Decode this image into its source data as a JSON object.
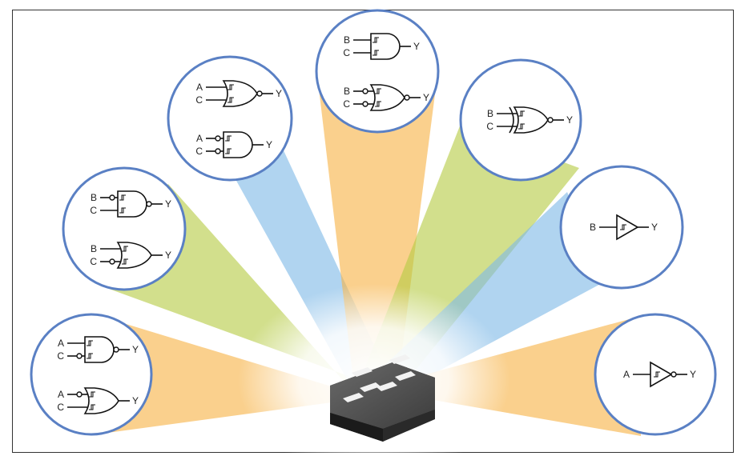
{
  "colors": {
    "frame": "#333333",
    "circle_stroke": "#5a80c4",
    "circle_fill": "#ffffff",
    "gate_stroke": "#111111",
    "beam_orange": "#f7b347",
    "beam_blue": "#7fb9e6",
    "beam_green": "#b6cc45",
    "chip_body": "#4a4a4a",
    "chip_pad": "#f2f2f2"
  },
  "chip": {
    "name": "6-pin device package",
    "pads": 6
  },
  "circles": [
    {
      "id": "bottom-left",
      "gates": [
        {
          "type": "nand",
          "in1": "A",
          "in2": "C",
          "in2_inv": true,
          "out": "Y"
        },
        {
          "type": "or",
          "in1": "A",
          "in2": "C",
          "in1_inv": true,
          "out": "Y"
        }
      ]
    },
    {
      "id": "mid-left",
      "gates": [
        {
          "type": "nand",
          "in1": "B",
          "in2": "C",
          "in1_inv": true,
          "out": "Y"
        },
        {
          "type": "or",
          "in1": "B",
          "in2": "C",
          "in2_inv": true,
          "out": "Y"
        }
      ]
    },
    {
      "id": "upper-left",
      "gates": [
        {
          "type": "nor",
          "in1": "A",
          "in2": "C",
          "out": "Y"
        },
        {
          "type": "and",
          "in1": "A",
          "in2": "C",
          "in1_inv": true,
          "in2_inv": true,
          "out": "Y"
        }
      ]
    },
    {
      "id": "top-center",
      "gates": [
        {
          "type": "and",
          "in1": "B",
          "in2": "C",
          "out": "Y"
        },
        {
          "type": "nor",
          "in1": "B",
          "in2": "C",
          "in1_inv": true,
          "in2_inv": true,
          "out": "Y"
        }
      ]
    },
    {
      "id": "upper-right",
      "gates": [
        {
          "type": "xnor",
          "in1": "B",
          "in2": "C",
          "out": "Y"
        }
      ]
    },
    {
      "id": "mid-right",
      "gates": [
        {
          "type": "buffer",
          "in1": "B",
          "out": "Y"
        }
      ]
    },
    {
      "id": "bottom-right",
      "gates": [
        {
          "type": "inverter",
          "in1": "A",
          "out": "Y"
        }
      ]
    }
  ]
}
